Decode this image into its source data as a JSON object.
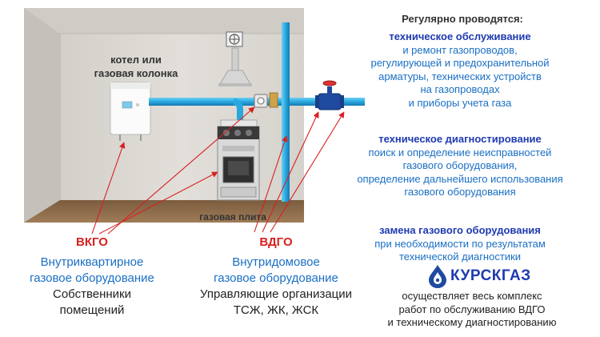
{
  "colors": {
    "blue_text": "#1a6fc4",
    "dark_blue_text": "#1f3ab0",
    "red_text": "#d82020",
    "pipe": "#29a8e0",
    "wall": "#dad6d0",
    "floor": "#8a6a4a"
  },
  "scene": {
    "boiler_label": [
      "котел или",
      "газовая колонка"
    ],
    "stove_label": "газовая плита"
  },
  "left_labels": {
    "vkgo_abbr": "ВКГО",
    "vkgo_name": [
      "Внутриквартирное",
      "газовое оборудование"
    ],
    "vkgo_owner": [
      "Собственники",
      "помещений"
    ],
    "vdgo_abbr": "ВДГО",
    "vdgo_name": [
      "Внутридомовое",
      "газовое оборудование"
    ],
    "vdgo_owner": [
      "Управляющие организации",
      "ТСЖ, ЖК, ЖСК"
    ]
  },
  "right_text": {
    "intro": "Регулярно проводятся:",
    "maintenance_title": "техническое обслуживание",
    "maintenance_lines": [
      "и ремонт газопроводов,",
      "регулирующей и предохранительной",
      "арматуры, технических устройств",
      "на газопроводах",
      "и приборы учета газа"
    ],
    "diagnostics_title": "техническое диагностирование",
    "diagnostics_lines": [
      "поиск и определение неисправностей",
      "газового оборудования,",
      "определение дальнейшего использования",
      "газового оборудования"
    ],
    "replacement_title": "замена газового оборудования",
    "replacement_lines": [
      "при необходимости по результатам",
      "технической диагностики"
    ]
  },
  "logo": {
    "text": "КУРСКГАЗ",
    "icon": "flame-drop-icon"
  },
  "footer": [
    "осуществляет весь комплекс",
    "работ по обслуживанию ВДГО",
    "и техническому диагностированию"
  ]
}
